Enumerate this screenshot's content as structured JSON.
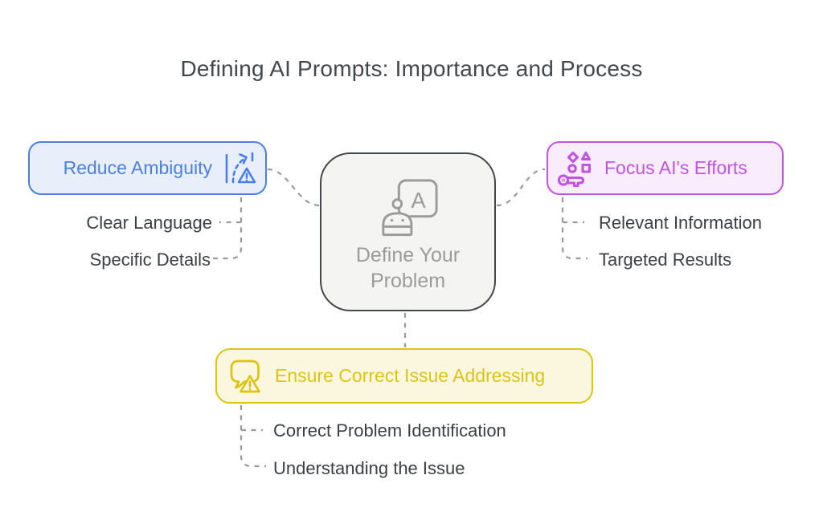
{
  "title": "Defining AI Prompts: Importance and Process",
  "colors": {
    "title": "#45484b",
    "text": "#3c4043",
    "line": "#9b9b9b",
    "blue": "#4a7fe4",
    "blue_bg": "#e9eefb",
    "purple": "#c055e0",
    "purple_bg": "#f9ecfc",
    "yellow": "#ddc414",
    "yellow_bg": "#fbf7df",
    "node_border": "#43474a",
    "node_bg": "#f4f4f2",
    "node_label": "#9b9b9b"
  },
  "center": {
    "label": "Define Your Problem",
    "icon": "ai-robot-frame-icon"
  },
  "branches": {
    "reduce_ambiguity": {
      "label": "Reduce Ambiguity",
      "icon": "route-warning-icon",
      "items": [
        "Clear Language",
        "Specific Details"
      ]
    },
    "focus_ai_efforts": {
      "label": "Focus AI's Efforts",
      "icon": "key-shapes-icon",
      "items": [
        "Relevant Information",
        "Targeted Results"
      ]
    },
    "ensure_correct_issue": {
      "label": "Ensure Correct Issue Addressing",
      "icon": "chat-warning-icon",
      "items": [
        "Correct Problem Identification",
        "Understanding the Issue"
      ]
    }
  }
}
